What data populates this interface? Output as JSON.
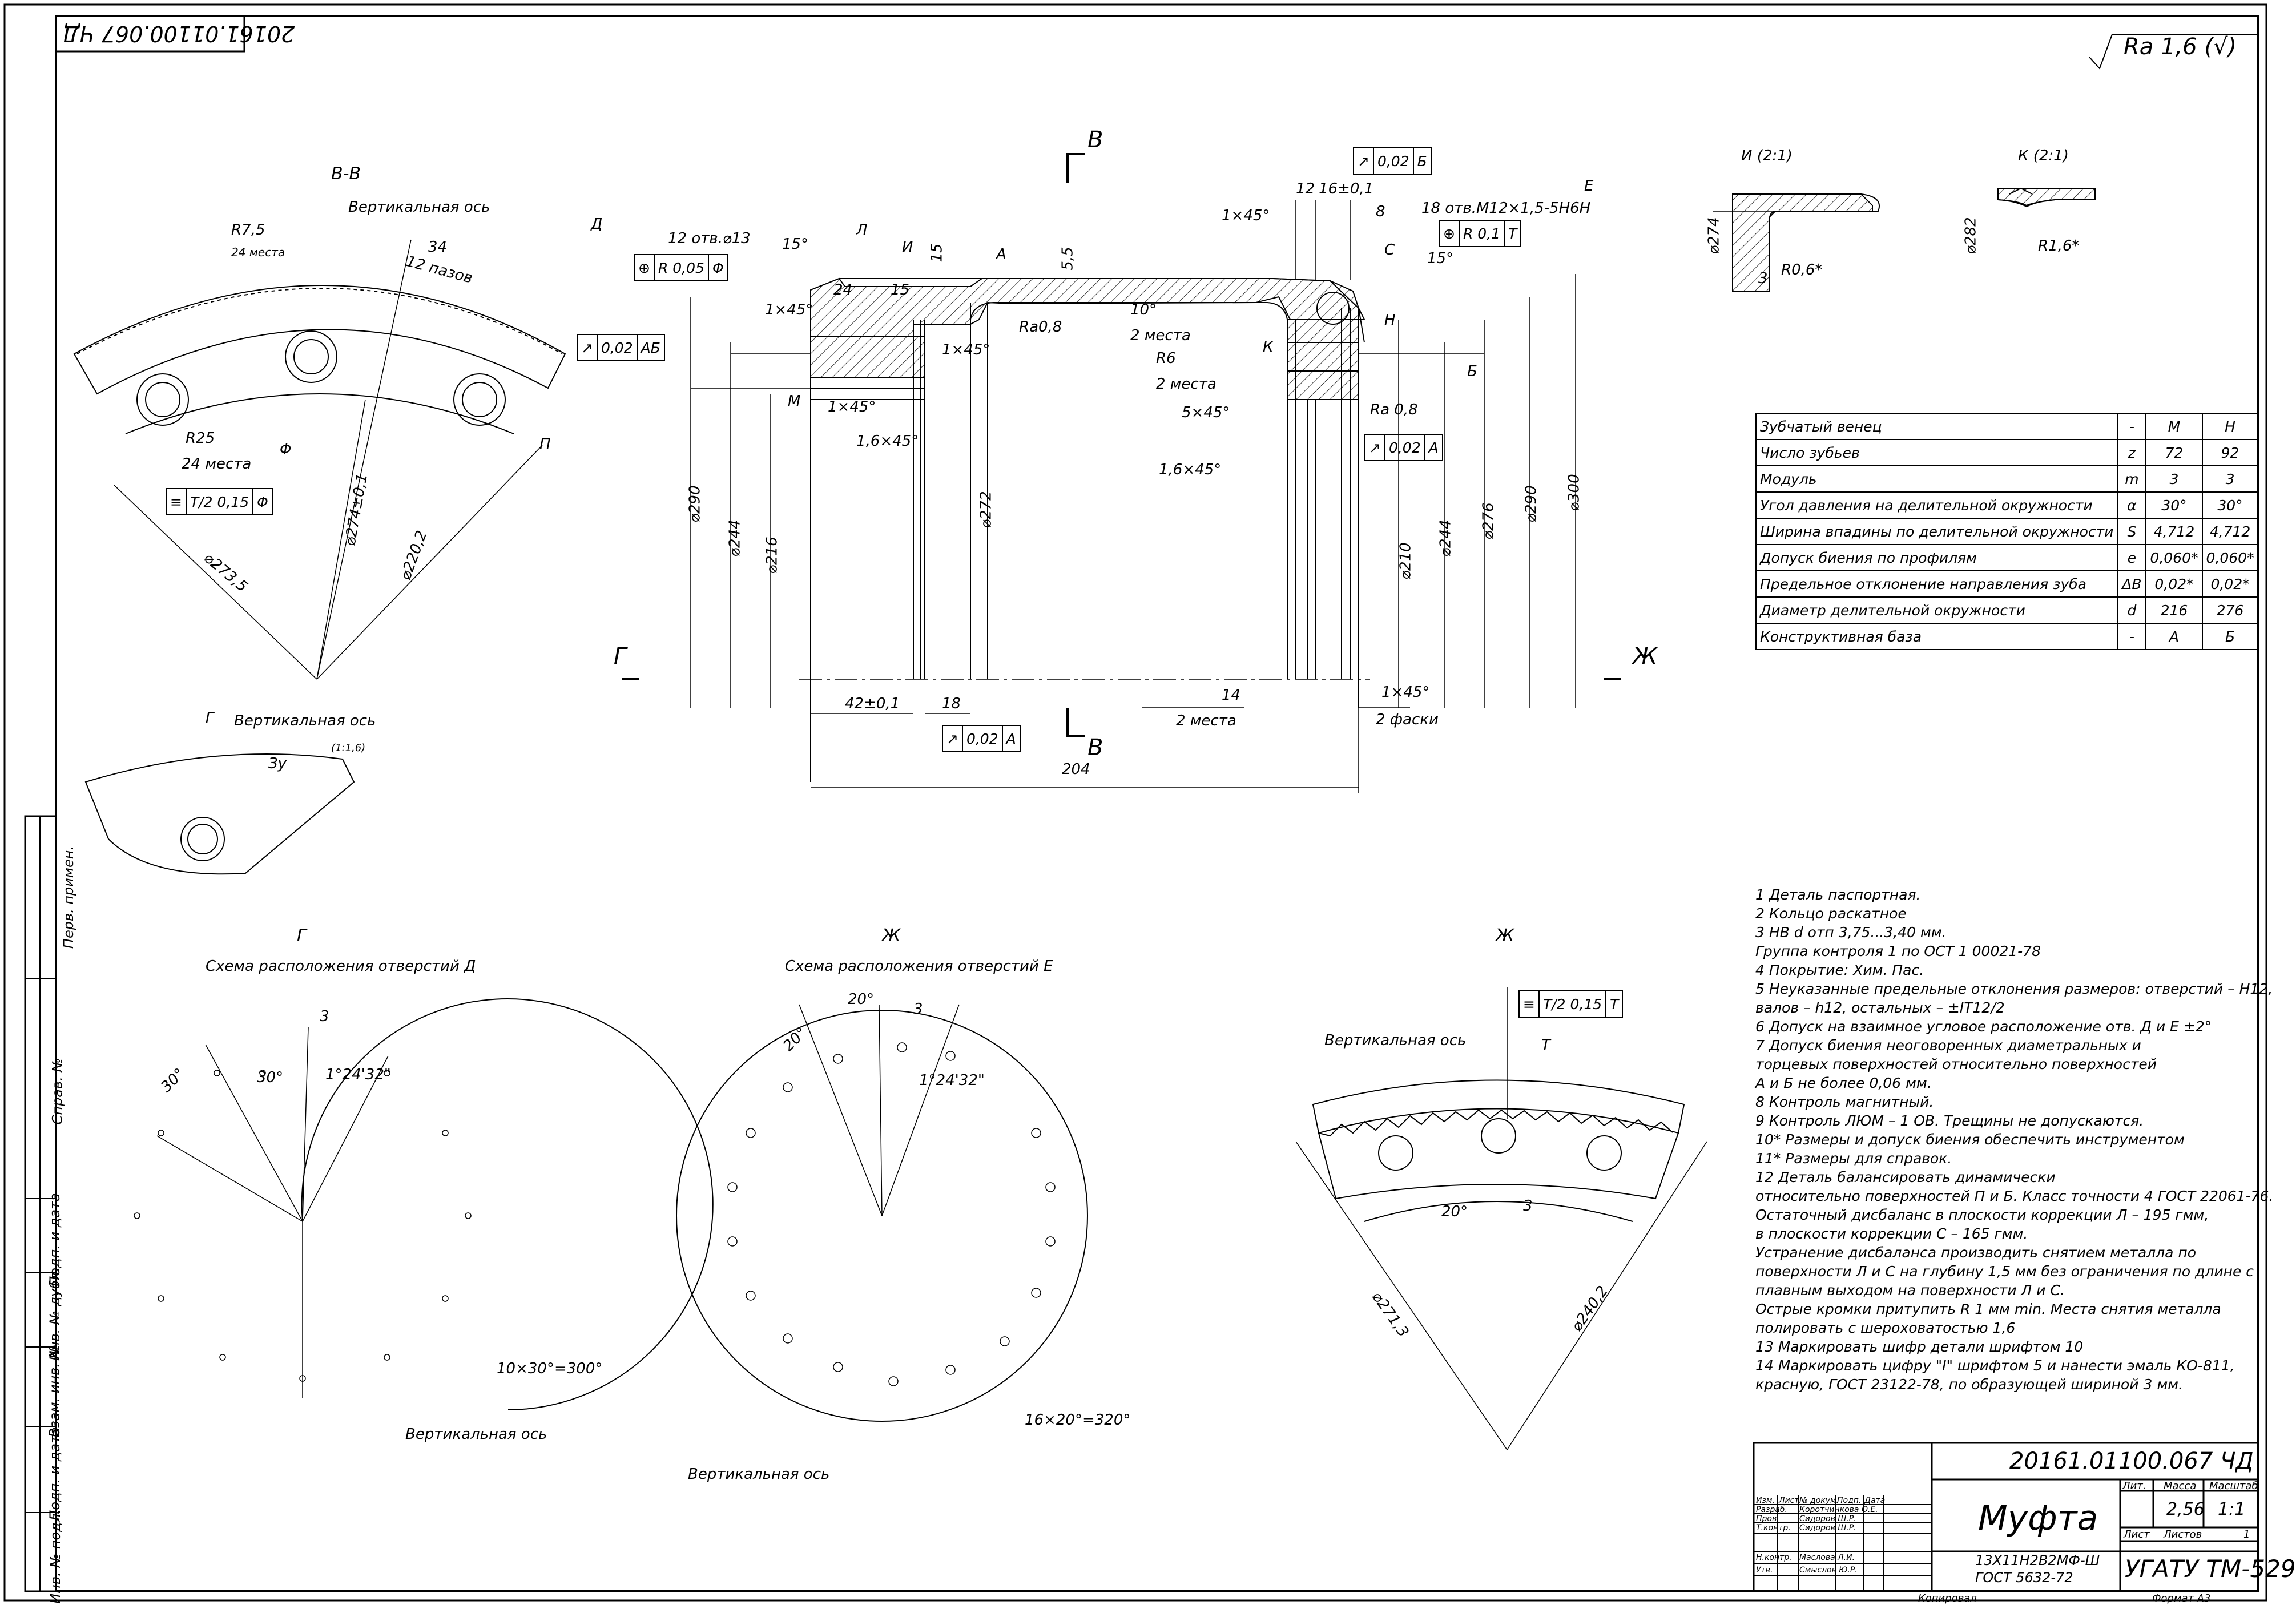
{
  "stamp": {
    "rotated_code": "20161.01100.067 ЧД",
    "roughness": "Ra 1,6 (√)",
    "designation": "20161.01100.067 ЧД",
    "name": "Муфта",
    "material_line1": "13Х11Н2В2МФ-Ш",
    "material_line2": "ГОСТ 5632-72",
    "mass_label": "Масса",
    "mass": "2,56",
    "scale_label": "Масштаб",
    "scale": "1:1",
    "lit_label": "Лит.",
    "sheet_label": "Лист",
    "sheets_label": "Листов",
    "sheets": "1",
    "org": "УГАТУ ТМ-529",
    "copied": "Копировал",
    "format": "Формат  А3",
    "rows": [
      "Изм.",
      "Лист",
      "№ докум.",
      "Подп.",
      "Дата",
      "Разраб.",
      "Пров.",
      "Т.контр.",
      "Н.контр.",
      "Утв."
    ],
    "people": [
      "Коротчинкова О.Е.",
      "Сидоров Ш.Р.",
      "Сидоров Ш.Р.",
      "Маслова Л.И.",
      "Смыслов Ю.Р."
    ]
  },
  "side_frame": [
    "Перв. примен.",
    "Справ. №",
    "Подп. и дата",
    "Инв. № дубл.",
    "Взам. инв. №",
    "Подп. и дата",
    "Инв. № подл."
  ],
  "views": {
    "bb_title": "В-В",
    "g_title": "Г",
    "g_subtitle": "Схема расположения отверстий Д",
    "zh_title": "Ж",
    "zh_subtitle": "Схема расположения отверстий Е",
    "zh2_title": "Ж",
    "i_title": "И (2:1)",
    "k_title": "К (2:1)",
    "vertical_axis": "Вертикальная ось"
  },
  "dimensions": {
    "d290a": "⌀290",
    "d244a": "⌀244",
    "d216": "⌀216",
    "d272": "⌀272",
    "d210": "⌀210",
    "d244b": "⌀244",
    "d276": "⌀276",
    "d290b": "⌀290",
    "d300": "⌀300",
    "l204": "204",
    "l42": "42±0,1",
    "l18": "18",
    "l14": "14",
    "two_places": "2 места",
    "two_chamfers": "2 фаски",
    "c145": "1×45°",
    "c5": "5×45°",
    "c16": "1,6×45°",
    "c16b": "1,6",
    "a10": "10°",
    "a15": "15°",
    "r6": "R6",
    "holes13": "12 отв.⌀13",
    "holesM12": "18 отв.M12×1,5-5H6H",
    "l12": "12",
    "l16": "16±0,1",
    "l8": "8",
    "l55": "5,5",
    "l15": "15",
    "l24": "24",
    "r75": "R7,5",
    "places24": "24 места",
    "l34": "34",
    "slots12": "12 пазов",
    "r25": "R25",
    "d274": "⌀274±0,1",
    "d2202": "⌀220,2",
    "d2735": "⌀273,5",
    "ang30": "30°",
    "ang30b": "30°",
    "ang3": "3",
    "ang12432": "1°24'32\"",
    "tenx30": "10×30°=300°",
    "ang20": "20°",
    "ang20b": "20°",
    "sixteenx20": "16×20°=320°",
    "r06": "R0,6*",
    "r16": "R1,6*",
    "d274i": "⌀274",
    "d282": "⌀282",
    "l3": "3",
    "l3b": "3",
    "ra08": "Ra0,8",
    "ra08b": "Ra 0,8",
    "zu": "Зу",
    "b": "(1:1,6)",
    "l3z": "3",
    "l20z": "20°",
    "d2713": "⌀271,3",
    "d2402": "⌀240,2"
  },
  "frames": {
    "f1": [
      "↗",
      "0,02",
      "АБ"
    ],
    "f2": [
      "↗",
      "0,02",
      "Б"
    ],
    "f3": [
      "⊕",
      "R 0,05",
      "Φ"
    ],
    "f4": [
      "⊕",
      "R 0,1",
      "Т"
    ],
    "f5": [
      "↗",
      "0,02",
      "А"
    ],
    "f6": [
      "↗",
      "0,02",
      "А"
    ],
    "f7": [
      "≡",
      "Т/2 0,15",
      "Φ"
    ],
    "f8": [
      "≡",
      "Т/2 0,15",
      "Т"
    ]
  },
  "letters": [
    "Д",
    "Л",
    "И",
    "А",
    "Е",
    "С",
    "Н",
    "К",
    "М",
    "Б",
    "В",
    "Г",
    "Ж",
    "П",
    "Φ",
    "Т"
  ],
  "params": [
    [
      "Зубчатый венец",
      "-",
      "М",
      "Н"
    ],
    [
      "Число зубьев",
      "z",
      "72",
      "92"
    ],
    [
      "Модуль",
      "m",
      "3",
      "3"
    ],
    [
      "Угол давления на делительной окружности",
      "α",
      "30°",
      "30°"
    ],
    [
      "Ширина впадины по делительной окружности",
      "S",
      "4,712",
      "4,712"
    ],
    [
      "Допуск биения по профилям",
      "e",
      "0,060*",
      "0,060*"
    ],
    [
      "Предельное отклонение направления зуба",
      "ΔB",
      "0,02*",
      "0,02*"
    ],
    [
      "Диаметр делительной окружности",
      "d",
      "216",
      "276"
    ],
    [
      "Конструктивная база",
      "-",
      "А",
      "Б"
    ]
  ],
  "notes": [
    "1 Деталь паспортная.",
    "2 Кольцо раскатное",
    "3 НВ d отп 3,75...3,40 мм.",
    "Группа контроля 1 по ОСТ 1 00021-78",
    "4 Покрытие: Хим. Пас.",
    "5 Неуказанные предельные отклонения размеров: отверстий – Н12,",
    "валов – h12, остальных – ±IT12/2",
    "6 Допуск на взаимное угловое расположение отв. Д и Е ±2°",
    "7 Допуск биения неоговоренных диаметральных и",
    "торцевых поверхностей относительно поверхностей",
    "А и Б не более 0,06 мм.",
    "8 Контроль магнитный.",
    "9 Контроль ЛЮМ – 1 ОВ. Трещины не допускаются.",
    "10* Размеры и допуск биения обеспечить инструментом",
    "11* Размеры для справок.",
    "12 Деталь балансировать динамически",
    "относительно поверхностей П и Б. Класс точности 4 ГОСТ 22061-76.",
    "Остаточный дисбаланс в плоскости коррекции Л – 195 гмм,",
    "в плоскости коррекции С – 165 гмм.",
    "Устранение дисбаланса производить снятием металла по",
    "поверхности Л и С на глубину 1,5 мм без ограничения по длине с",
    "плавным выходом на поверхности Л и С.",
    "Острые кромки притупить R 1 мм min. Места снятия металла",
    "полировать с шероховатостью 1,6",
    "13 Маркировать шифр детали шрифтом 10",
    "14 Маркировать цифру \"I\" шрифтом 5 и нанести эмаль КО-811,",
    "красную, ГОСТ 23122-78, по образующей шириной 3 мм."
  ]
}
